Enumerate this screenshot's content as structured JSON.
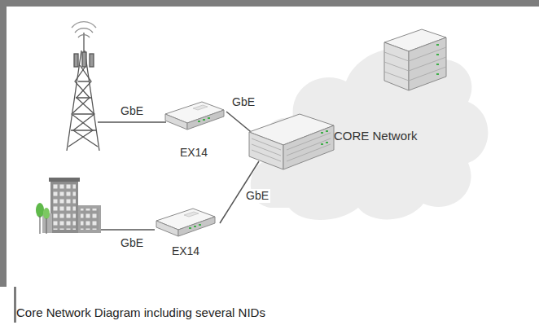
{
  "diagram": {
    "caption": "Core Network Diagram including several NIDs",
    "nodes": [
      {
        "text": [
          "EX14"
        ]
      },
      {
        "text": [
          "EX14"
        ]
      },
      {
        "text": [
          "CORE Network"
        ]
      }
    ],
    "edges": [
      {
        "from": 0,
        "to": 2,
        "label": "GbE",
        "arrow": "none"
      },
      {
        "from": 1,
        "to": 2,
        "label": "GbE",
        "arrow": "none"
      }
    ],
    "labels": [
      "GbE",
      "GbE"
    ]
  }
}
